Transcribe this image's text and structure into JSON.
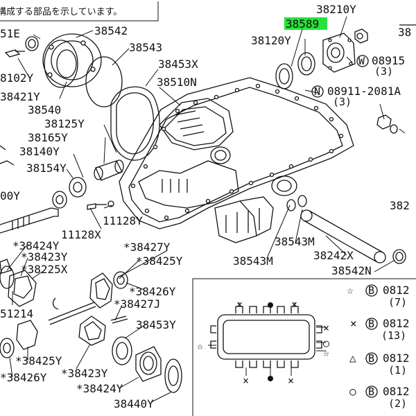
{
  "header_note": "構成する部品を示しています。",
  "highlight_color": "#27e23a",
  "labels": {
    "l_51E": "51E",
    "l_38542": "38542",
    "l_38210Y": "38210Y",
    "l_38589": "38589",
    "l_38_right_top": "38",
    "l_38543": "38543",
    "l_38120Y": "38120Y",
    "l_08915": "08915",
    "l_3a": "(3)",
    "l_8102Y": "8102Y",
    "l_38453X": "38453X",
    "l_38421Y": "38421Y",
    "l_38510N": "38510N",
    "l_08911": "08911-2081A",
    "l_3b": "(3)",
    "l_38540": "38540",
    "l_38125Y": "38125Y",
    "l_38165Y": "38165Y",
    "l_38140Y": "38140Y",
    "l_38154Y": "38154Y",
    "l_00Y": "00Y",
    "l_382_right": "382",
    "l_11128X": "11128X",
    "l_11128Y": "11128Y",
    "l_38543M_a": "38543M",
    "l_38543M_b": "38543M",
    "l_38242X": "38242X",
    "l_38542N": "38542N",
    "l_38424Y_a": "*38424Y",
    "l_38427Y_a": "*38427Y",
    "l_38423Y_a": "*38423Y",
    "l_38425Y_a": "*38425Y",
    "l_38225X": "*38225X",
    "l_38426Y_a": "*38426Y",
    "l_38427J": "*38427J",
    "l_51214": "51214",
    "l_38453Y": "38453Y",
    "l_38425Y_b": "*38425Y",
    "l_38423Y_b": "*38423Y",
    "l_38426Y_b": "*38426Y",
    "l_38424Y_b": "*38424Y",
    "l_38440Y": "38440Y",
    "legend_star": "0812",
    "legend_star_qty": "(7)",
    "legend_x": "0812",
    "legend_x_qty": "(13)",
    "legend_tri": "0812",
    "legend_tri_qty": "(1)",
    "legend_circ": "0812",
    "legend_circ_qty": "(2)",
    "circle_N": "N",
    "circle_W": "W",
    "circle_B": "B"
  }
}
